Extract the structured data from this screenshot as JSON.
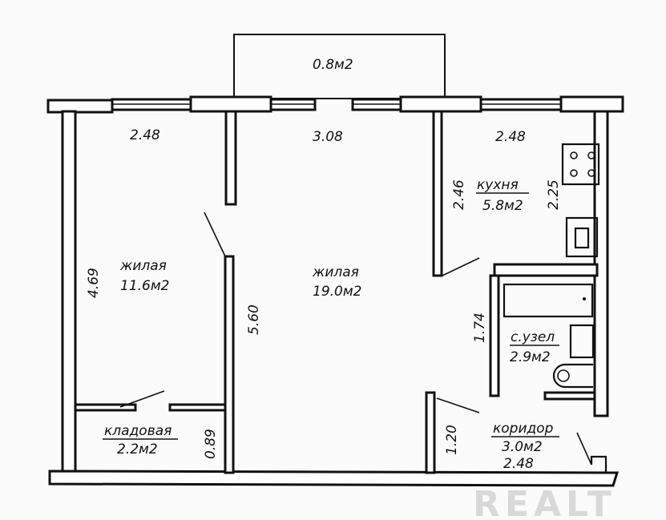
{
  "balcony": {
    "area": "0.8м2"
  },
  "rooms": {
    "living_small": {
      "name": "жилая",
      "area": "11.6м2",
      "width": "2.48",
      "depth": "4.69"
    },
    "living_large": {
      "name": "жилая",
      "area": "19.0м2",
      "width": "3.08",
      "depth": "5.60"
    },
    "kitchen": {
      "name": "кухня",
      "area": "5.8м2",
      "width": "2.48",
      "depth_left": "2.46",
      "depth_right": "2.25"
    },
    "bathroom": {
      "name": "с.узел",
      "area": "2.9м2",
      "depth": "1.74"
    },
    "storage": {
      "name": "кладовая",
      "area": "2.2м2",
      "depth": "0.89"
    },
    "corridor": {
      "name": "коридор",
      "area": "3.0м2",
      "width": "2.48",
      "depth": "1.20"
    }
  },
  "watermark": "REALT"
}
